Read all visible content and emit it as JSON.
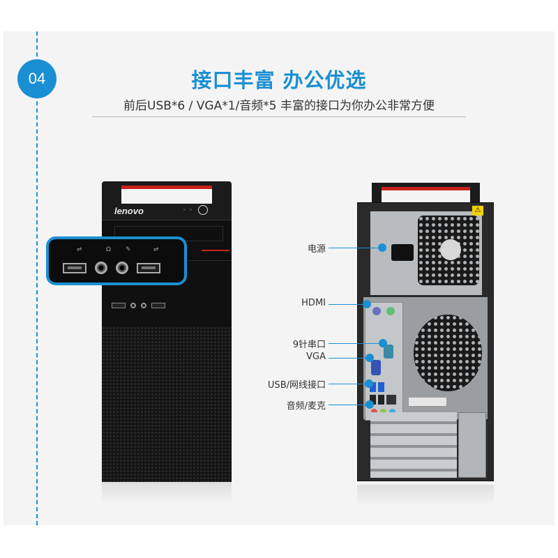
{
  "section": {
    "step_number": "04",
    "heading": "接口丰富 办公优选",
    "subtitle": "前后USB*6 / VGA*1/音频*5 丰富的接口为你办公非常方便"
  },
  "product": {
    "brand_logo": "lenovo",
    "front_view": {
      "highlight_ports": [
        "usb-icon",
        "headphone-icon",
        "microphone-icon",
        "usb-icon"
      ]
    },
    "rear_view": {
      "warning_symbol": "⚠"
    }
  },
  "annotations": [
    {
      "label": "电源",
      "target": "power-socket"
    },
    {
      "label": "HDMI",
      "target": "ps2-ports"
    },
    {
      "label": "9针串口",
      "target": "serial-port"
    },
    {
      "label": "VGA",
      "target": "vga-port"
    },
    {
      "label": "USB/网线接口",
      "target": "usb-lan-ports"
    },
    {
      "label": "音频/麦克",
      "target": "audio-jacks"
    }
  ],
  "colors": {
    "accent": "#1a8fd3",
    "panel_bg": "#f4f4f4",
    "handle_red": "#c8231b",
    "text": "#333333"
  }
}
